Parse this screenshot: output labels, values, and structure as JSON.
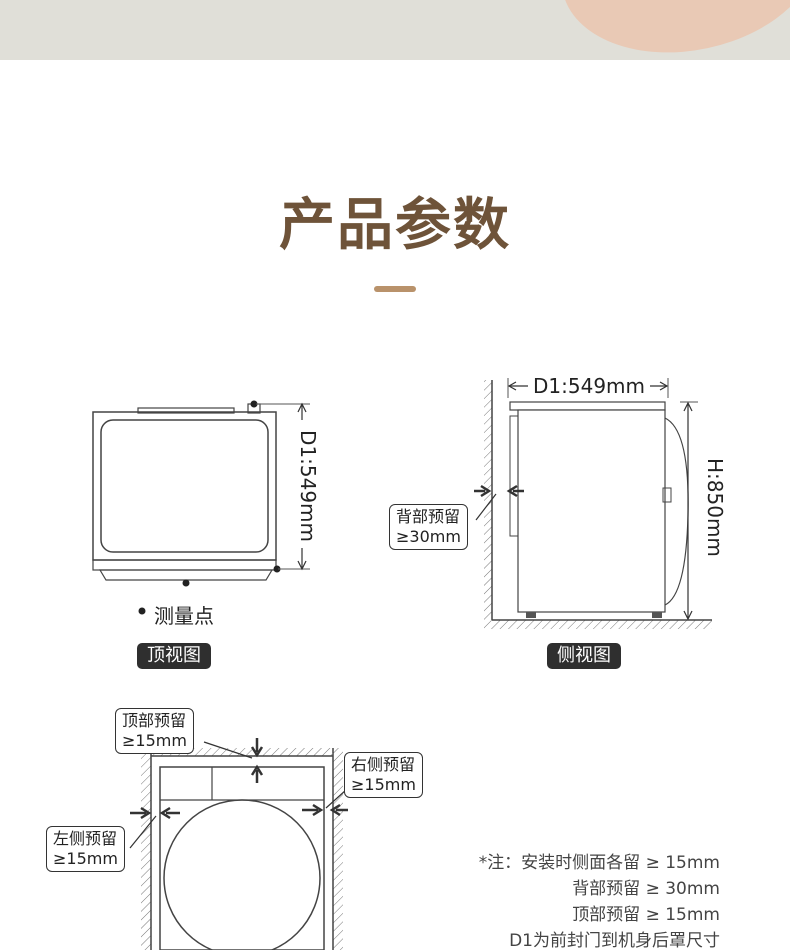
{
  "header": {
    "title": "产品参数"
  },
  "top_view": {
    "dim_label": "D1:549mm",
    "legend": "测量点",
    "badge": "顶视图"
  },
  "side_view": {
    "depth_label": "D1:549mm",
    "height_label": "H:850mm",
    "back_clearance": {
      "line1": "背部预留",
      "line2": "≥30mm"
    },
    "badge": "侧视图"
  },
  "front_view": {
    "top_clearance": {
      "line1": "顶部预留",
      "line2": "≥15mm"
    },
    "right_clearance": {
      "line1": "右侧预留",
      "line2": "≥15mm"
    },
    "left_clearance": {
      "line1": "左侧预留",
      "line2": "≥15mm"
    }
  },
  "notes": [
    "*注：安装时侧面各留 ≥ 15mm",
    "背部预留 ≥ 30mm",
    "顶部预留 ≥ 15mm",
    "D1为前封门到机身后罩尺寸"
  ]
}
